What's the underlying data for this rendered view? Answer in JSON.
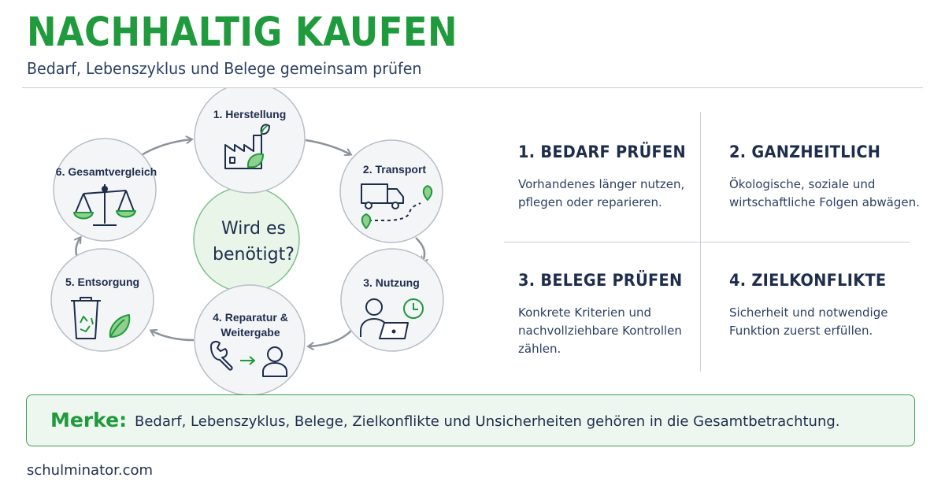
{
  "header": {
    "title": "NACHHALTIG KAUFEN",
    "subtitle": "Bedarf, Lebenszyklus und Belege gemeinsam prüfen"
  },
  "cycle": {
    "center": [
      "Wird es",
      "benötigt?"
    ],
    "nodes": [
      {
        "label": [
          "1. Herstellung"
        ],
        "icon": "factory-leaf-icon"
      },
      {
        "label": [
          "2. Transport"
        ],
        "icon": "truck-route-icon"
      },
      {
        "label": [
          "3. Nutzung"
        ],
        "icon": "person-laptop-clock-icon"
      },
      {
        "label": [
          "4. Reparatur &",
          "Weitergabe"
        ],
        "icon": "wrench-arrow-person-icon"
      },
      {
        "label": [
          "5. Entsorgung"
        ],
        "icon": "recycle-bin-leaf-icon"
      },
      {
        "label": [
          "6. Gesamtvergleich"
        ],
        "icon": "balance-scale-icon"
      }
    ]
  },
  "principles": [
    {
      "title": "1. BEDARF PRÜFEN",
      "text": [
        "Vorhandenes länger nutzen,",
        "pflegen oder reparieren."
      ]
    },
    {
      "title": "2. GANZHEITLICH",
      "text": [
        "Ökologische, soziale und",
        "wirtschaftliche Folgen abwägen."
      ]
    },
    {
      "title": "3. BELEGE PRÜFEN",
      "text": [
        "Konkrete Kriterien und",
        "nachvollziehbare Kontrollen",
        "zählen."
      ]
    },
    {
      "title": "4. ZIELKONFLIKTE",
      "text": [
        "Sicherheit und notwendige",
        "Funktion zuerst erfüllen."
      ]
    }
  ],
  "merke": {
    "label": "Merke:",
    "text": "Bedarf, Lebenszyklus, Belege, Zielkonflikte und Unsicherheiten  gehören in die Gesamtbetrachtung."
  },
  "footer": "schulminator.com",
  "colors": {
    "green": "#1f9a3c",
    "navy": "#1f2d4d",
    "light_green": "#eaf5ea",
    "circle_fill": "#f4f5f7"
  }
}
